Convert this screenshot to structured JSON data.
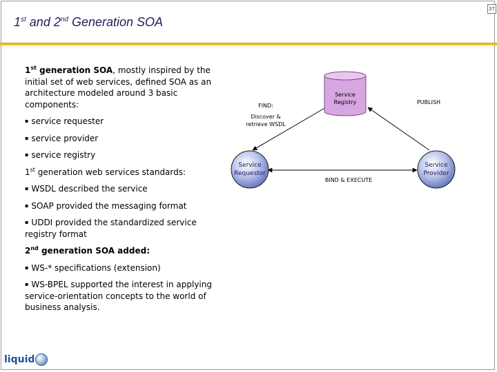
{
  "slide": {
    "page_number": "37",
    "title": {
      "p1": "1",
      "sup1": "st",
      "p2": " and 2",
      "sup2": "nd",
      "p3": " Generation SOA"
    }
  },
  "text": {
    "intro": {
      "sup": "st",
      "bold_tail": " generation SOA",
      "num": "1",
      "rest": ", mostly inspired by the initial set of web services, defined SOA as an architecture modeled around 3 basic components:"
    },
    "components": [
      "service requester",
      "service provider",
      "service registry"
    ],
    "standards_heading": {
      "num": "1",
      "sup": "st",
      "rest": " generation web services standards:"
    },
    "standards": [
      "WSDL described the service",
      "SOAP provided the messaging format",
      "UDDI provided the standardized service registry format"
    ],
    "gen2_heading": {
      "num": "2",
      "sup": "nd",
      "rest": " generation SOA added:"
    },
    "gen2_items": [
      "WS-* specifications (extension)",
      "WS-BPEL supported the interest in applying service-orientation concepts to the world of business analysis."
    ]
  },
  "diagram": {
    "nodes": {
      "registry": [
        "Service",
        "Registry"
      ],
      "requestor": [
        "Service",
        "Requestor"
      ],
      "provider": [
        "Service",
        "Provider"
      ]
    },
    "edges": {
      "find": "FIND:",
      "find_detail": [
        "Discover &",
        "retrieve WSDL"
      ],
      "publish": "PUBLISH",
      "bind": "BIND & EXECUTE"
    },
    "colors": {
      "registry_fill": "#d8a6e0",
      "node_fill": "#6a7bc0",
      "edge": "#000000",
      "title": "#1f1f5c",
      "accent_rule": "#f0c419"
    }
  },
  "logo": {
    "text": "liquid",
    "mark": "ball-icon"
  }
}
